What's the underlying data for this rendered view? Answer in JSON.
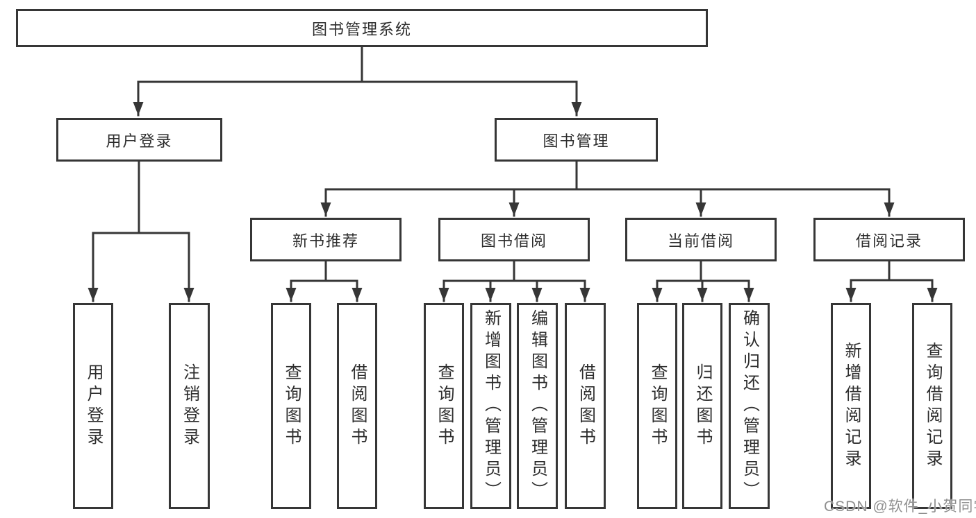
{
  "nodes": {
    "root": "图书管理系统",
    "user_login": "用户登录",
    "book_management": "图书管理",
    "new_book_recommend": "新书推荐",
    "book_borrowing": "图书借阅",
    "current_borrowing": "当前借阅",
    "borrowing_records": "借阅记录",
    "leaf_user_login": "用户登录",
    "leaf_logout": "注销登录",
    "rec_query_book": "查询图书",
    "rec_borrow_book": "借阅图书",
    "bb_query_book": "查询图书",
    "bb_add_book": "新增图书（管理员）",
    "bb_edit_book": "编辑图书（管理员）",
    "bb_borrow_book": "借阅图书",
    "cb_query_book": "查询图书",
    "cb_return_book": "归还图书",
    "cb_confirm_return": "确认归还（管理员）",
    "br_add_record": "新增借阅记录",
    "br_query_record": "查询借阅记录"
  },
  "hierarchy": {
    "图书管理系统": {
      "用户登录": [
        "用户登录",
        "注销登录"
      ],
      "图书管理": {
        "新书推荐": [
          "查询图书",
          "借阅图书"
        ],
        "图书借阅": [
          "查询图书",
          "新增图书（管理员）",
          "编辑图书（管理员）",
          "借阅图书"
        ],
        "当前借阅": [
          "查询图书",
          "归还图书",
          "确认归还（管理员）"
        ],
        "借阅记录": [
          "新增借阅记录",
          "查询借阅记录"
        ]
      }
    }
  },
  "watermark": "CSDN @软件_小贺同学",
  "colors": {
    "line": "#363636",
    "text": "#2d2d2d",
    "background": "#ffffff",
    "watermark": "#8f8f8f"
  }
}
